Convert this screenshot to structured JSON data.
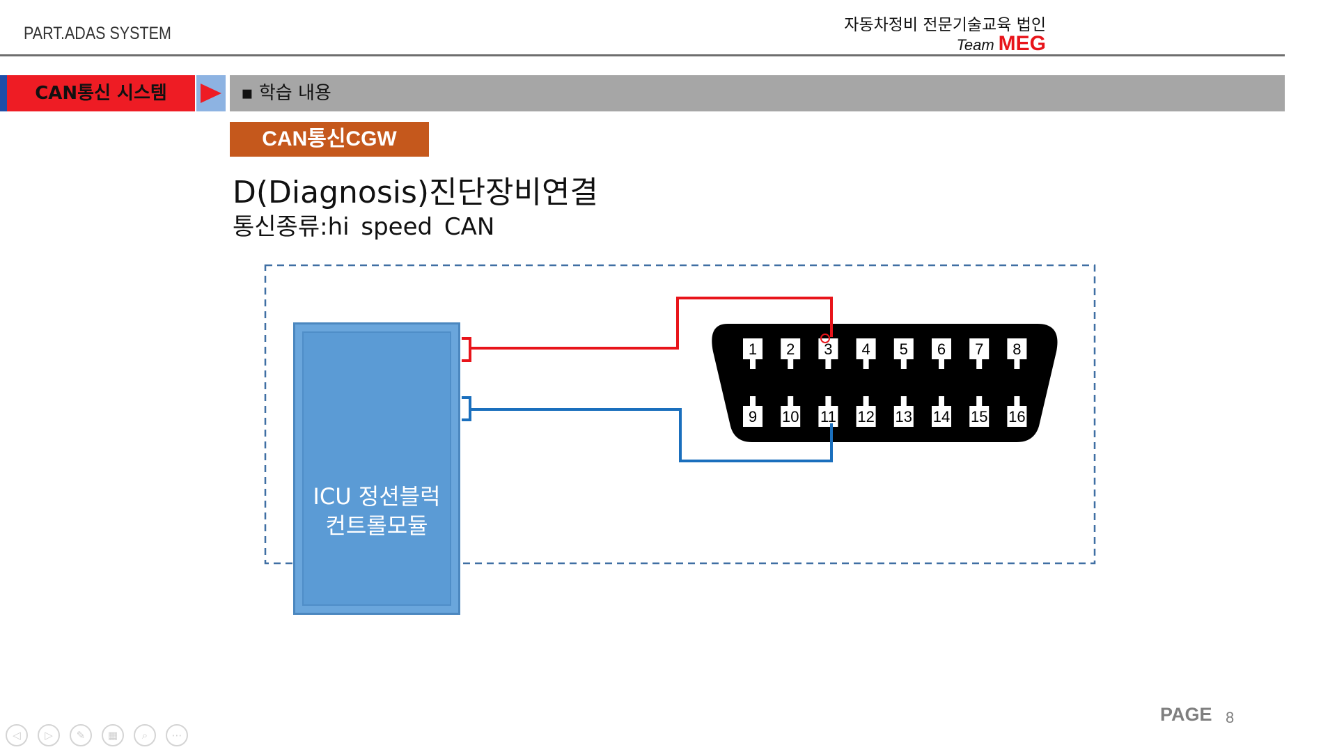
{
  "header": {
    "part_label": "PART.ADAS SYSTEM",
    "org_name": "자동차정비 전문기술교육 법인",
    "team_prefix": "Team",
    "brand": "MEG"
  },
  "title_bar": {
    "section_tab": "CAN통신 시스템",
    "content_label": "▪ 학습 내용"
  },
  "badge": "CAN통신CGW",
  "heading": "D(Diagnosis)진단장비연결",
  "subheading": "통신종류:hi  speed  CAN",
  "diagram": {
    "module_label_line1": "ICU  정션블럭",
    "module_label_line2": "컨트롤모듈",
    "connector_pins_top": [
      "1",
      "2",
      "3",
      "4",
      "5",
      "6",
      "7",
      "8"
    ],
    "connector_pins_bottom": [
      "9",
      "10",
      "11",
      "12",
      "13",
      "14",
      "15",
      "16"
    ],
    "wire_colors": {
      "can_high": "#e8141a",
      "can_low": "#1a6fbd"
    }
  },
  "footer": {
    "page_label": "PAGE",
    "page_number": "8",
    "nav_icons": [
      "prev-icon",
      "next-icon",
      "pen-icon",
      "slides-icon",
      "zoom-icon",
      "more-icon"
    ]
  },
  "colors": {
    "section_red": "#ee1c24",
    "badge_orange": "#c5581c",
    "module_blue": "#5b9bd5",
    "bar_gray": "#a6a6a6"
  }
}
